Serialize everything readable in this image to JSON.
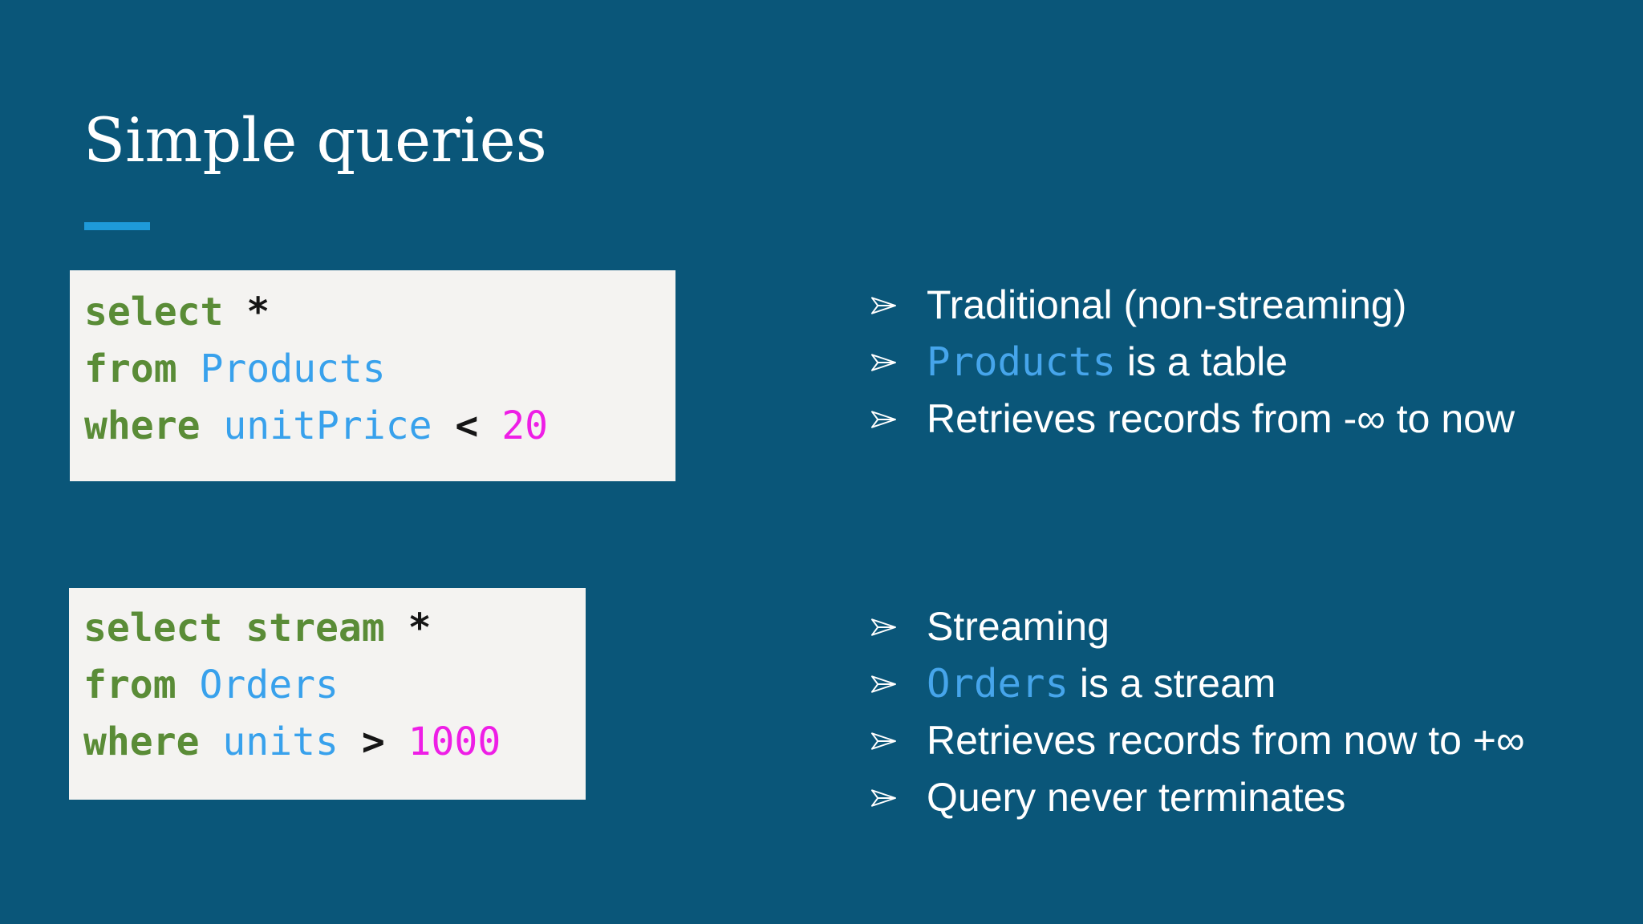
{
  "slide": {
    "title": "Simple queries",
    "colors": {
      "background": "#0a5679",
      "accent_bar": "#1e9ad9",
      "code_background": "#f4f3f1",
      "keyword_green": "#5a8c37",
      "identifier_blue": "#38a1ec",
      "number_magenta": "#ee1ee6",
      "operator_black": "#151515",
      "inline_code_blue": "#46a5eb",
      "text_white": "#ffffff"
    }
  },
  "icons": {
    "bullet": "arrowhead-right-icon"
  },
  "code": {
    "blocks": [
      {
        "name": "traditional-query",
        "lines": [
          [
            {
              "k": "kw",
              "t": "select"
            },
            {
              "k": "pl",
              "t": " "
            },
            {
              "k": "op",
              "t": "*"
            }
          ],
          [
            {
              "k": "kw",
              "t": "from"
            },
            {
              "k": "pl",
              "t": " "
            },
            {
              "k": "id",
              "t": "Products"
            }
          ],
          [
            {
              "k": "kw",
              "t": "where"
            },
            {
              "k": "pl",
              "t": " "
            },
            {
              "k": "id",
              "t": "unitPrice"
            },
            {
              "k": "pl",
              "t": " "
            },
            {
              "k": "op",
              "t": "<"
            },
            {
              "k": "pl",
              "t": " "
            },
            {
              "k": "num",
              "t": "20"
            }
          ]
        ]
      },
      {
        "name": "streaming-query",
        "lines": [
          [
            {
              "k": "kw",
              "t": "select stream"
            },
            {
              "k": "pl",
              "t": " "
            },
            {
              "k": "op",
              "t": "*"
            }
          ],
          [
            {
              "k": "kw",
              "t": "from"
            },
            {
              "k": "pl",
              "t": " "
            },
            {
              "k": "id",
              "t": "Orders"
            }
          ],
          [
            {
              "k": "kw",
              "t": "where"
            },
            {
              "k": "pl",
              "t": " "
            },
            {
              "k": "id",
              "t": "units"
            },
            {
              "k": "pl",
              "t": " "
            },
            {
              "k": "op",
              "t": ">"
            },
            {
              "k": "pl",
              "t": " "
            },
            {
              "k": "num",
              "t": "1000"
            }
          ]
        ]
      }
    ]
  },
  "lists": [
    {
      "name": "traditional-notes",
      "items": [
        {
          "runs": [
            {
              "style": "plain",
              "t": "Traditional (non-streaming)"
            }
          ]
        },
        {
          "runs": [
            {
              "style": "code",
              "t": "Products"
            },
            {
              "style": "plain",
              "t": " is a table"
            }
          ]
        },
        {
          "runs": [
            {
              "style": "plain",
              "t": "Retrieves records from -∞ to now"
            }
          ]
        }
      ]
    },
    {
      "name": "streaming-notes",
      "items": [
        {
          "runs": [
            {
              "style": "plain",
              "t": "Streaming"
            }
          ]
        },
        {
          "runs": [
            {
              "style": "code",
              "t": "Orders"
            },
            {
              "style": "plain",
              "t": " is a stream"
            }
          ]
        },
        {
          "runs": [
            {
              "style": "plain",
              "t": "Retrieves records from now to +∞"
            }
          ]
        },
        {
          "runs": [
            {
              "style": "plain",
              "t": "Query never terminates"
            }
          ]
        }
      ]
    }
  ]
}
